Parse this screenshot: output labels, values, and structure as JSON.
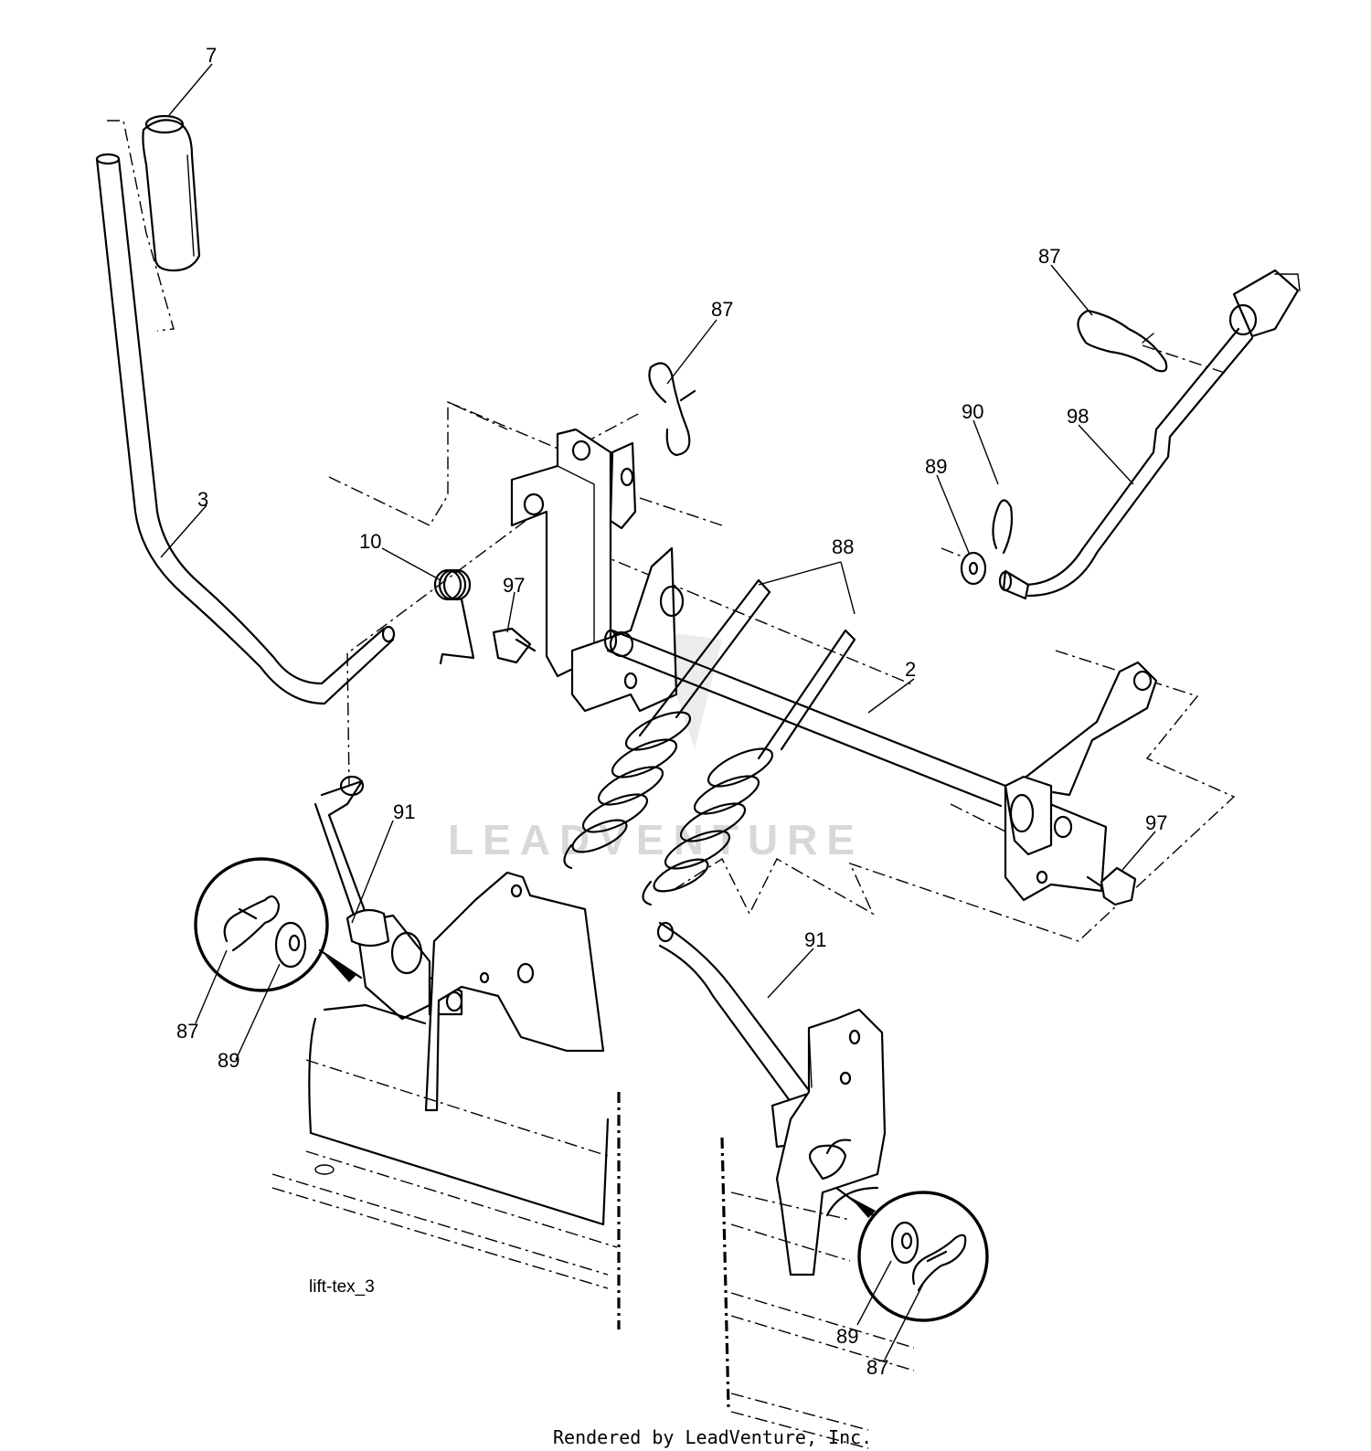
{
  "diagram": {
    "callouts": [
      "7",
      "3",
      "10",
      "97",
      "87",
      "87",
      "90",
      "89",
      "98",
      "88",
      "2",
      "91",
      "91",
      "97",
      "87",
      "89",
      "89",
      "87"
    ],
    "drawing_tag": "lift-tex_3",
    "credit": "Rendered by LeadVenture, Inc.",
    "watermark": "LEADVENTURE"
  }
}
